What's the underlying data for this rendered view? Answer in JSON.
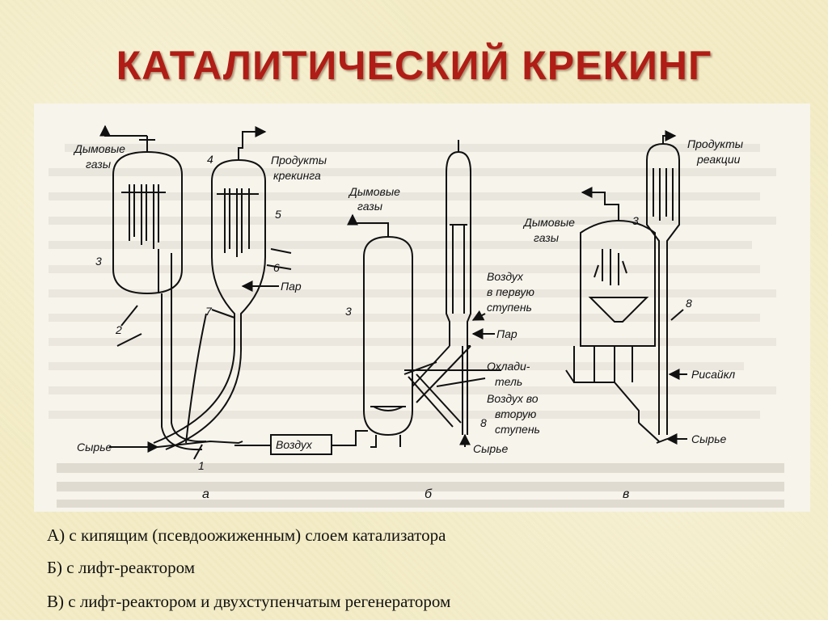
{
  "title": "КАТАЛИТИЧЕСКИЙ КРЕКИНГ",
  "diagram": {
    "a": {
      "flue_gas": [
        "Дымовые",
        "газы"
      ],
      "products": [
        "Продукты",
        "крекинга"
      ],
      "steam": "Пар",
      "feed": "Сырье",
      "air": "Воздух",
      "numbers": [
        "1",
        "2",
        "3",
        "4",
        "5",
        "6",
        "7"
      ],
      "letter": "а"
    },
    "b": {
      "flue_gas": [
        "Дымовые",
        "газы"
      ],
      "air_first": [
        "Воздух",
        "в первую",
        "ступень"
      ],
      "steam": "Пар",
      "cooler": [
        "Охлади-",
        "тель"
      ],
      "air_second": [
        "Воздух во",
        "вторую",
        "ступень"
      ],
      "feed": "Сырье",
      "numbers": [
        "3",
        "8"
      ],
      "letter": "б"
    },
    "c": {
      "products": [
        "Продукты",
        "реакции"
      ],
      "flue_gas": [
        "Дымовые",
        "газы"
      ],
      "recycle": "Рисайкл",
      "feed": "Сырье",
      "numbers": [
        "3",
        "8"
      ],
      "letter": "в"
    }
  },
  "captions": [
    "А) с кипящим (псевдоожиженным) слоем катализатора",
    "Б) с лифт-реактором",
    "В) с лифт-реактором и двухступенчатым регенератором"
  ]
}
